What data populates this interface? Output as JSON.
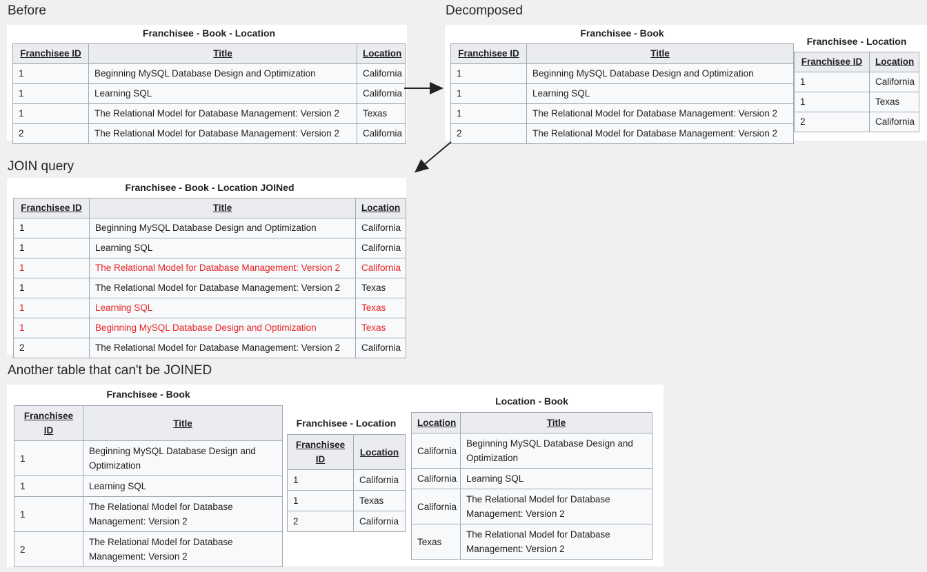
{
  "colors": {
    "page_bg": "#f0f0f0",
    "panel_bg": "#ffffff",
    "header_cell_bg": "#eaecf0",
    "cell_bg": "#f8f9fa",
    "border": "#a2a9b1",
    "text": "#202122",
    "red_text": "#e82527",
    "arrow": "#222222"
  },
  "headings": {
    "before": "Before",
    "decomposed": "Decomposed",
    "join": "JOIN query",
    "another": "Another table that can't be JOINED"
  },
  "icons": {
    "decompose_arrow": "arrow-right-icon",
    "join_arrow": "arrow-down-left-icon"
  },
  "tables": {
    "before": {
      "caption": "Franchisee - Book - Location",
      "columns": [
        "Franchisee ID",
        "Title",
        "Location"
      ],
      "rows": [
        {
          "cells": [
            "1",
            "Beginning MySQL Database Design and Optimization",
            "California"
          ],
          "red": false
        },
        {
          "cells": [
            "1",
            "Learning SQL",
            "California"
          ],
          "red": false
        },
        {
          "cells": [
            "1",
            "The Relational Model for Database Management: Version 2",
            "Texas"
          ],
          "red": false
        },
        {
          "cells": [
            "2",
            "The Relational Model for Database Management: Version 2",
            "California"
          ],
          "red": false
        }
      ]
    },
    "decomposed_book": {
      "caption": "Franchisee - Book",
      "columns": [
        "Franchisee ID",
        "Title"
      ],
      "rows": [
        {
          "cells": [
            "1",
            "Beginning MySQL Database Design and Optimization"
          ],
          "red": false
        },
        {
          "cells": [
            "1",
            "Learning SQL"
          ],
          "red": false
        },
        {
          "cells": [
            "1",
            "The Relational Model for Database Management: Version 2"
          ],
          "red": false
        },
        {
          "cells": [
            "2",
            "The Relational Model for Database Management: Version 2"
          ],
          "red": false
        }
      ]
    },
    "decomposed_location": {
      "caption": "Franchisee - Location",
      "columns": [
        "Franchisee ID",
        "Location"
      ],
      "rows": [
        {
          "cells": [
            "1",
            "California"
          ],
          "red": false
        },
        {
          "cells": [
            "1",
            "Texas"
          ],
          "red": false
        },
        {
          "cells": [
            "2",
            "California"
          ],
          "red": false
        }
      ]
    },
    "joined": {
      "caption": "Franchisee - Book - Location JOINed",
      "columns": [
        "Franchisee ID",
        "Title",
        "Location"
      ],
      "rows": [
        {
          "cells": [
            "1",
            "Beginning MySQL Database Design and Optimization",
            "California"
          ],
          "red": false
        },
        {
          "cells": [
            "1",
            "Learning SQL",
            "California"
          ],
          "red": false
        },
        {
          "cells": [
            "1",
            "The Relational Model for Database Management: Version 2",
            "California"
          ],
          "red": true
        },
        {
          "cells": [
            "1",
            "The Relational Model for Database Management: Version 2",
            "Texas"
          ],
          "red": false
        },
        {
          "cells": [
            "1",
            "Learning SQL",
            "Texas"
          ],
          "red": true
        },
        {
          "cells": [
            "1",
            "Beginning MySQL Database Design and Optimization",
            "Texas"
          ],
          "red": true
        },
        {
          "cells": [
            "2",
            "The Relational Model for Database Management: Version 2",
            "California"
          ],
          "red": false
        }
      ]
    },
    "another_book": {
      "caption": "Franchisee - Book",
      "columns": [
        "Franchisee ID",
        "Title"
      ],
      "rows": [
        {
          "cells": [
            "1",
            "Beginning MySQL Database Design and Optimization"
          ],
          "red": false
        },
        {
          "cells": [
            "1",
            "Learning SQL"
          ],
          "red": false
        },
        {
          "cells": [
            "1",
            "The Relational Model for Database Management: Version 2"
          ],
          "red": false
        },
        {
          "cells": [
            "2",
            "The Relational Model for Database Management: Version 2"
          ],
          "red": false
        }
      ]
    },
    "another_location": {
      "caption": "Franchisee - Location",
      "columns": [
        "Franchisee ID",
        "Location"
      ],
      "rows": [
        {
          "cells": [
            "1",
            "California"
          ],
          "red": false
        },
        {
          "cells": [
            "1",
            "Texas"
          ],
          "red": false
        },
        {
          "cells": [
            "2",
            "California"
          ],
          "red": false
        }
      ]
    },
    "another_location_book": {
      "caption": "Location - Book",
      "columns": [
        "Location",
        "Title"
      ],
      "rows": [
        {
          "cells": [
            "California",
            "Beginning MySQL Database Design and Optimization"
          ],
          "red": false
        },
        {
          "cells": [
            "California",
            "Learning SQL"
          ],
          "red": false
        },
        {
          "cells": [
            "California",
            "The Relational Model for Database Management: Version 2"
          ],
          "red": false
        },
        {
          "cells": [
            "Texas",
            "The Relational Model for Database Management: Version 2"
          ],
          "red": false
        }
      ]
    }
  }
}
